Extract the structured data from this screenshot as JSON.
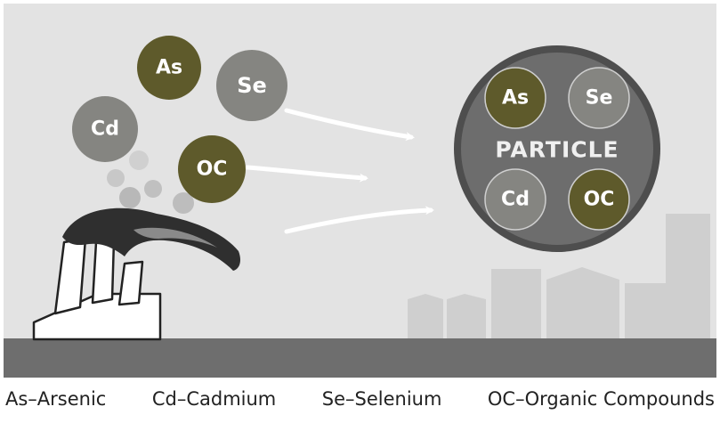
{
  "colors": {
    "background": "#e3e3e3",
    "ground": "#6e6e6e",
    "element_dark": "#5e5a2b",
    "element_gray": "#858581",
    "particle": "#6d6d6d",
    "buildings": "#cfcfcf"
  },
  "elements": {
    "as": {
      "symbol": "As",
      "color": "#5e5a2b"
    },
    "se": {
      "symbol": "Se",
      "color": "#858581"
    },
    "cd": {
      "symbol": "Cd",
      "color": "#858581"
    },
    "oc": {
      "symbol": "OC",
      "color": "#5e5a2b"
    }
  },
  "particle": {
    "title": "PARTICLE",
    "members": [
      "As",
      "Se",
      "Cd",
      "OC"
    ]
  },
  "legend": {
    "as": "As–Arsenic",
    "cd": "Cd–Cadmium",
    "se": "Se–Selenium",
    "oc": "OC–Organic Compounds"
  }
}
